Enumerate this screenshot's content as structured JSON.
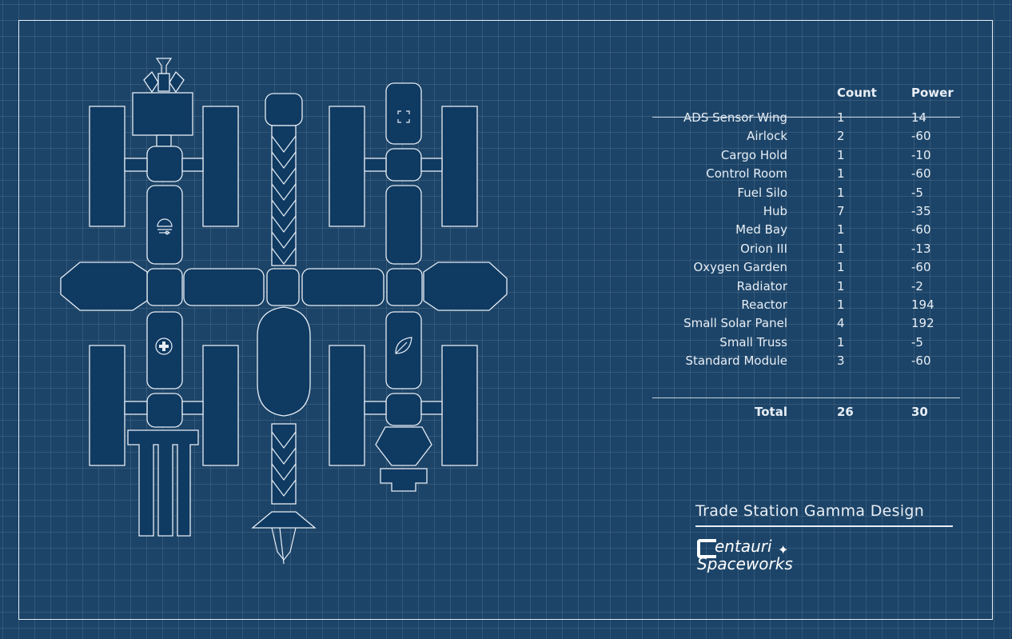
{
  "design": {
    "title": "Trade Station Gamma Design",
    "brand_line1": "entauri",
    "brand_line2": "Spaceworks"
  },
  "table": {
    "headers": {
      "name": "",
      "count": "Count",
      "power": "Power"
    },
    "rows": [
      {
        "name": "ADS Sensor Wing",
        "count": "1",
        "power": "14"
      },
      {
        "name": "Airlock",
        "count": "2",
        "power": "-60"
      },
      {
        "name": "Cargo Hold",
        "count": "1",
        "power": "-10"
      },
      {
        "name": "Control Room",
        "count": "1",
        "power": "-60"
      },
      {
        "name": "Fuel Silo",
        "count": "1",
        "power": "-5"
      },
      {
        "name": "Hub",
        "count": "7",
        "power": "-35"
      },
      {
        "name": "Med Bay",
        "count": "1",
        "power": "-60"
      },
      {
        "name": "Orion III",
        "count": "1",
        "power": "-13"
      },
      {
        "name": "Oxygen Garden",
        "count": "1",
        "power": "-60"
      },
      {
        "name": "Radiator",
        "count": "1",
        "power": "-2"
      },
      {
        "name": "Reactor",
        "count": "1",
        "power": "194"
      },
      {
        "name": "Small Solar Panel",
        "count": "4",
        "power": "192"
      },
      {
        "name": "Small Truss",
        "count": "1",
        "power": "-5"
      },
      {
        "name": "Standard Module",
        "count": "3",
        "power": "-60"
      }
    ],
    "total": {
      "label": "Total",
      "count": "26",
      "power": "30"
    }
  },
  "colors": {
    "background": "#1c4468",
    "module_fill": "#0f3a62",
    "line": "#e8eef5"
  },
  "icons": [
    "speedometer-icon",
    "medical-cross-icon",
    "leaf-icon",
    "airlock-frame-icon"
  ]
}
